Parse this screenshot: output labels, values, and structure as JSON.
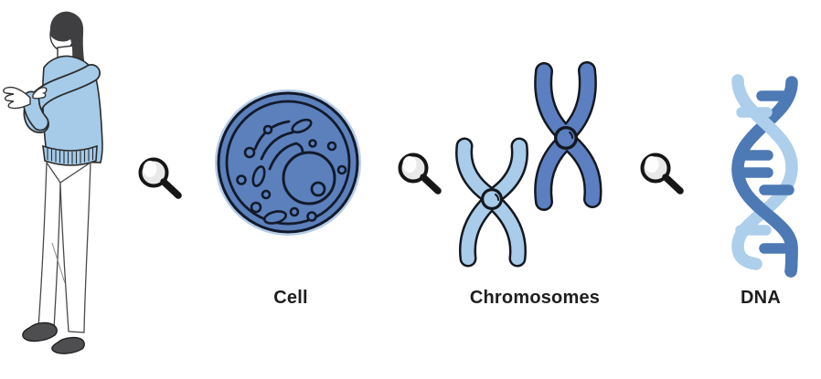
{
  "diagram": {
    "person": {
      "icon": "standing-person-illustration"
    },
    "connector_icon": "magnifying-glass-icon",
    "steps": [
      {
        "id": "cell",
        "label": "Cell",
        "icon": "cell-illustration"
      },
      {
        "id": "chromosomes",
        "label": "Chromosomes",
        "icon": "chromosomes-illustration"
      },
      {
        "id": "dna",
        "label": "DNA",
        "icon": "dna-double-helix-illustration"
      }
    ]
  },
  "colors": {
    "background": "#ffffff",
    "ink_outline": "#121a2b",
    "cell_fill": "#5c80bc",
    "cell_glow": "#a9c4e4",
    "chromosome_light": "#a8cce9",
    "chromosome_dark": "#5b7fc0",
    "dna_light": "#aecfeb",
    "dna_dark": "#4d79b5",
    "sweater": "#a5cbe9",
    "hair": "#3f3f42",
    "shoes": "#4e4e50",
    "pants": "#ffffff",
    "skin": "#ffffff",
    "label_text": "#1e1e1e",
    "magnifier_lens": "#e9e9e9",
    "magnifier_frame": "#161616"
  }
}
